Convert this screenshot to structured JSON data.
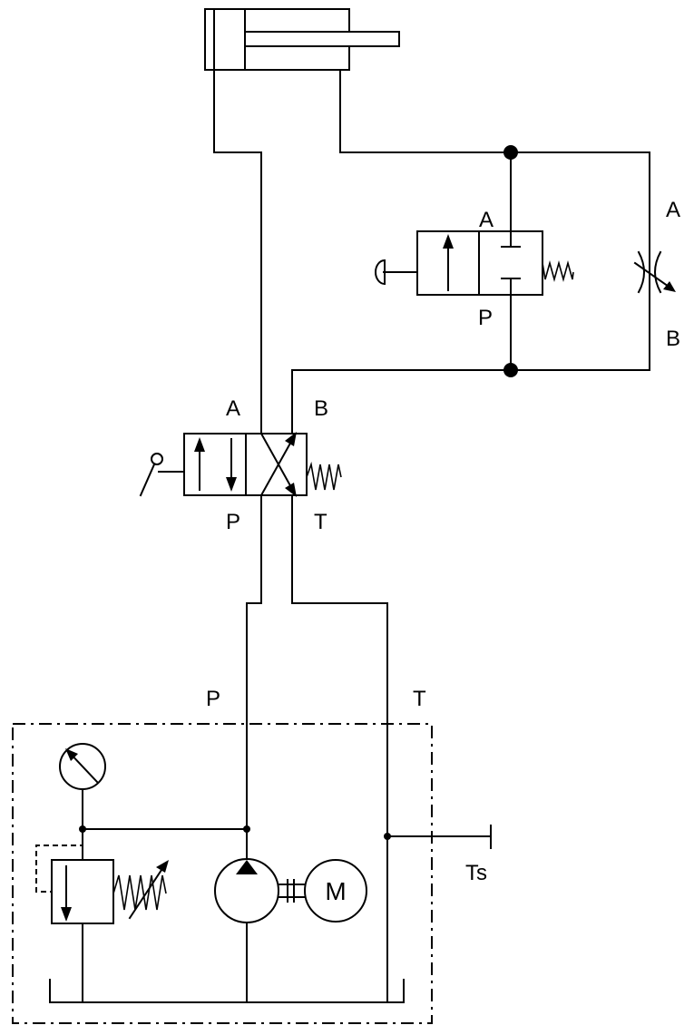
{
  "diagram": {
    "check_valve": {
      "port_a": "A",
      "port_p": "P"
    },
    "throttle": {
      "port_a": "A",
      "port_b": "B"
    },
    "directional_valve": {
      "port_a": "A",
      "port_b": "B",
      "port_p": "P",
      "port_t": "T"
    },
    "power_unit": {
      "port_p": "P",
      "port_t": "T",
      "motor": "M",
      "tank_return": "Ts"
    }
  }
}
